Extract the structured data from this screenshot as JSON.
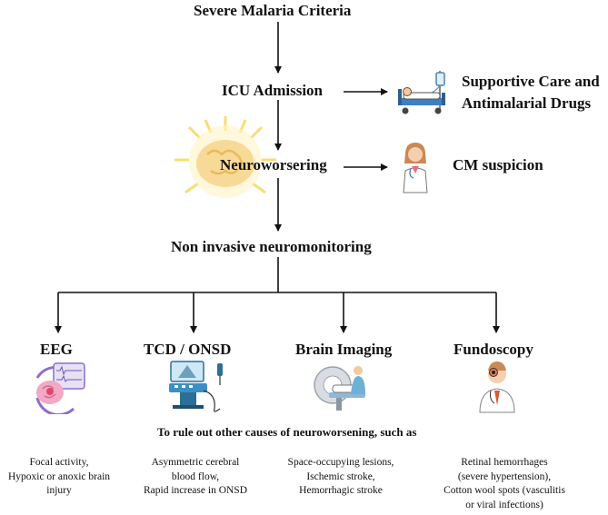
{
  "flow": {
    "severe_malaria": "Severe Malaria Criteria",
    "icu_admission": "ICU Admission",
    "supportive_care": [
      "Supportive Care and",
      "Antimalarial Drugs"
    ],
    "neuroworsening": "Neuroworsering",
    "cm_suspicion": "CM suspicion",
    "non_invasive": "Non invasive neuromonitoring"
  },
  "tools": [
    {
      "title": "EEG",
      "icon": "eeg-brain-icon",
      "desc": [
        "Focal activity,",
        "Hypoxic or anoxic brain",
        "injury"
      ]
    },
    {
      "title": "TCD / ONSD",
      "icon": "ultrasound-machine-icon",
      "desc": [
        "Asymmetric cerebral",
        "blood flow,",
        "Rapid increase in ONSD"
      ]
    },
    {
      "title": "Brain Imaging",
      "icon": "mri-scanner-icon",
      "desc": [
        "Space-occupying lesions,",
        "Ischemic stroke,",
        "Hemorrhagic stroke"
      ]
    },
    {
      "title": "Fundoscopy",
      "icon": "ophthalmologist-icon",
      "desc": [
        "Retinal hemorrhages",
        "(severe hypertension),",
        "Cotton wool spots (vasculitis",
        "or viral infections)"
      ]
    }
  ],
  "rule_out_note": "To rule out other causes of neuroworsening, such as",
  "icons": {
    "hospital_bed": "hospital-bed-icon",
    "doctor": "doctor-icon",
    "brain_glow": "glowing-brain-icon"
  }
}
